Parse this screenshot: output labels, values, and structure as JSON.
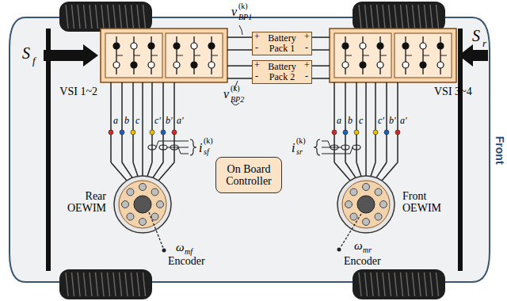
{
  "diagram": {
    "nodes": [
      {
        "text": [
          "VSI 1~2"
        ]
      },
      {
        "text": [
          "Battery Pack 1"
        ]
      },
      {
        "text": [
          "Battery Pack 2"
        ]
      },
      {
        "text": [
          "VSI 3~4"
        ]
      },
      {
        "text": [
          "Rear OEWIM"
        ]
      },
      {
        "text": [
          "On Board Controller"
        ]
      },
      {
        "text": [
          "Front OEWIM"
        ]
      }
    ],
    "edges": [
      {
        "from": 1,
        "to": 0,
        "arrow": "none"
      },
      {
        "from": 1,
        "to": 3,
        "arrow": "none"
      },
      {
        "from": 2,
        "to": 0,
        "arrow": "none"
      },
      {
        "from": 2,
        "to": 3,
        "arrow": "none"
      },
      {
        "from": 0,
        "to": 4,
        "arrow": "none"
      },
      {
        "from": 3,
        "to": 6,
        "arrow": "none"
      }
    ],
    "labels": [
      "S",
      "f",
      "v",
      "(k)",
      "BP1",
      "+",
      "-",
      "+",
      "-",
      "+",
      "-",
      "+",
      "-",
      "v",
      "(k)",
      "BP2",
      "S",
      "r",
      "a",
      "b",
      "c",
      "c'",
      "b'",
      "a'",
      "i",
      "(k)",
      "sf",
      "a",
      "b",
      "c",
      "c'",
      "b'",
      "a'",
      "i",
      "(k)",
      "sr",
      "Front",
      "ω",
      "mf",
      "Encoder",
      "ω",
      "mr",
      "Encoder"
    ]
  }
}
